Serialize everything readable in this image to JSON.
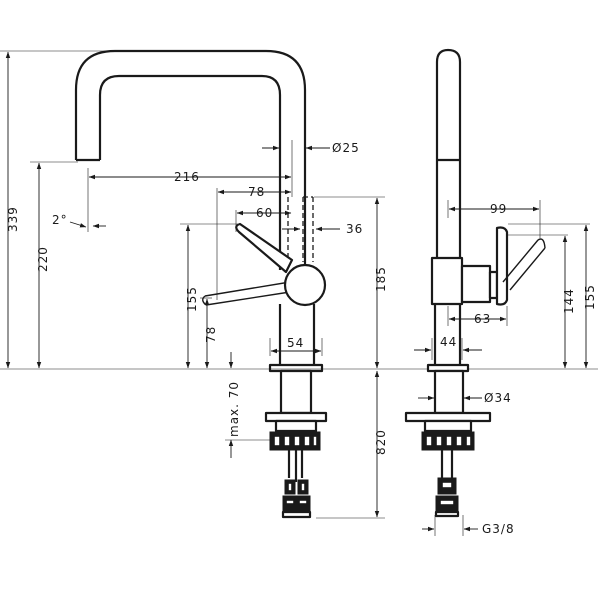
{
  "dimensions": {
    "d25": "Ø25",
    "d216": "216",
    "d78": "78",
    "d60": "60",
    "d36": "36",
    "d2deg": "2°",
    "d339": "339",
    "d220": "220",
    "d155_left": "155",
    "d78_vert": "78",
    "d185": "185",
    "d54": "54",
    "dmax70": "max. 70",
    "d820": "820",
    "d99": "99",
    "d155_right": "155",
    "d144": "144",
    "d63": "63",
    "d44": "44",
    "d34": "Ø34",
    "dthread": "G3/8"
  }
}
